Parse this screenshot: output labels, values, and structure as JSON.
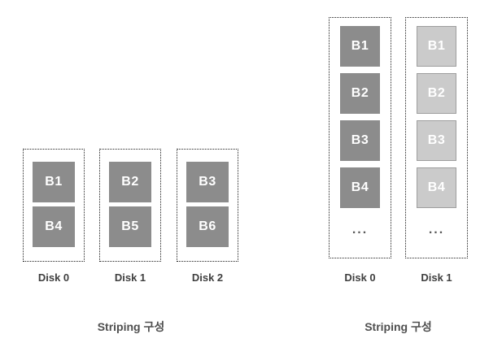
{
  "colors": {
    "background": "#ffffff",
    "dark_block_fill": "#8c8c8c",
    "light_block_fill": "#cbcbcb",
    "light_block_border": "#9e9e9e",
    "block_text": "#ffffff",
    "disk_border": "#222222",
    "label_text": "#3f3f3f",
    "caption_text": "#4f4f4f",
    "ellipsis_text": "#5a5a5a"
  },
  "left_group": {
    "caption": "Striping 구성",
    "disks": [
      {
        "label": "Disk 0",
        "blocks": [
          "B1",
          "B4"
        ]
      },
      {
        "label": "Disk 1",
        "blocks": [
          "B2",
          "B5"
        ]
      },
      {
        "label": "Disk 2",
        "blocks": [
          "B3",
          "B6"
        ]
      }
    ]
  },
  "right_group": {
    "caption": "Striping 구성",
    "disks": [
      {
        "label": "Disk 0",
        "style": "dark",
        "blocks": [
          "B1",
          "B2",
          "B3",
          "B4"
        ],
        "ellipsis": "..."
      },
      {
        "label": "Disk 1",
        "style": "light",
        "blocks": [
          "B1",
          "B2",
          "B3",
          "B4"
        ],
        "ellipsis": "..."
      }
    ]
  }
}
